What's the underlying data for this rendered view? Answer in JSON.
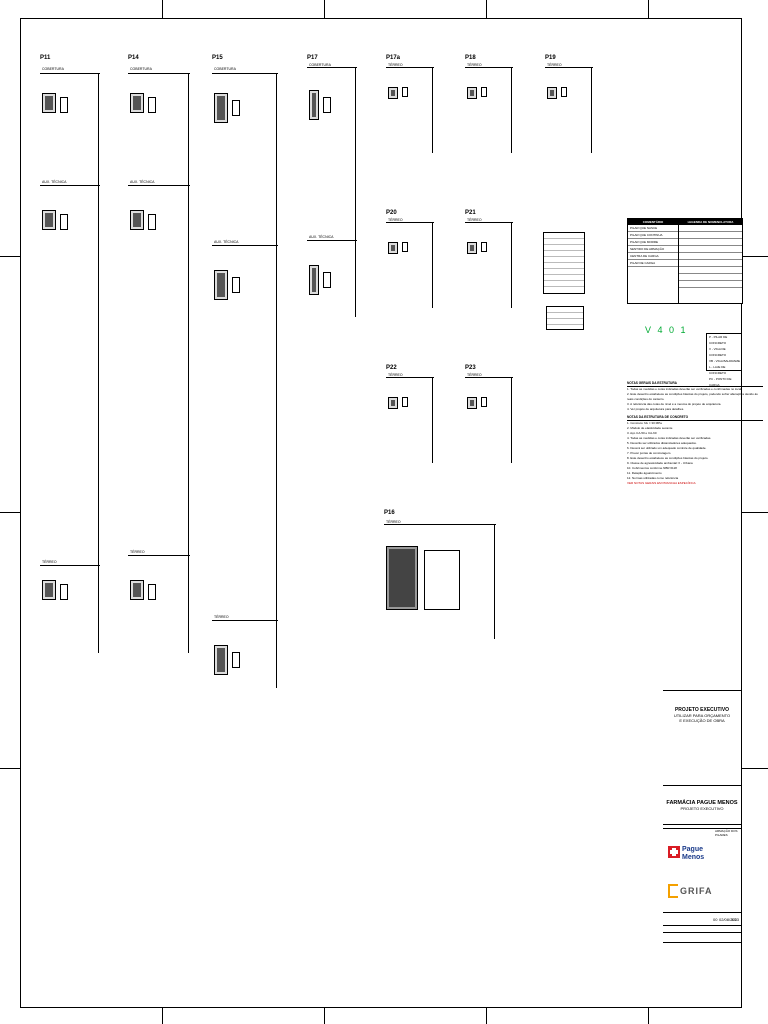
{
  "pillars": [
    {
      "id": "p11",
      "name": "P11",
      "top_level": "COBERTURA",
      "mid_level": "AUX. TÉCNICA",
      "low_level": "TÉRREO"
    },
    {
      "id": "p14",
      "name": "P14",
      "top_level": "COBERTURA",
      "mid_level": "AUX. TÉCNICA",
      "low_level": "TÉRREO"
    },
    {
      "id": "p15",
      "name": "P15",
      "top_level": "COBERTURA",
      "mid_level": "AUX. TÉCNICA",
      "low_level": "TÉRREO"
    },
    {
      "id": "p17",
      "name": "P17",
      "top_level": "COBERTURA",
      "mid_level": "AUX. TÉCNICA",
      "low_level": ""
    },
    {
      "id": "p17a",
      "name": "P17a",
      "top_level": "TÉRREO",
      "mid_level": "",
      "low_level": ""
    },
    {
      "id": "p18",
      "name": "P18",
      "top_level": "TÉRREO",
      "mid_level": "",
      "low_level": ""
    },
    {
      "id": "p19",
      "name": "P19",
      "top_level": "TÉRREO",
      "mid_level": "",
      "low_level": ""
    },
    {
      "id": "p20",
      "name": "P20",
      "top_level": "TÉRREO",
      "mid_level": "",
      "low_level": ""
    },
    {
      "id": "p21",
      "name": "P21",
      "top_level": "TÉRREO",
      "mid_level": "",
      "low_level": ""
    },
    {
      "id": "p22",
      "name": "P22",
      "top_level": "TÉRREO",
      "mid_level": "",
      "low_level": ""
    },
    {
      "id": "p23",
      "name": "P23",
      "top_level": "TÉRREO",
      "mid_level": "",
      "low_level": ""
    },
    {
      "id": "p16",
      "name": "P16",
      "top_level": "TÉRREO",
      "mid_level": "",
      "low_level": ""
    }
  ],
  "legend": {
    "left_title": "COMENTÁRIO",
    "right_title": "LEGENDA DE NOMENCLATURA",
    "items": [
      "PILAR QUE NASCE",
      "PILAR QUE CONTINUA",
      "PILAR QUE MORRE",
      "SENTIDO DE ARMAÇÃO",
      "CENTRA DE CARGA",
      "PILAR DE CARGA"
    ]
  },
  "nomenclature": {
    "code": "V 4 0 1",
    "items": [
      "P - PILAR DE CONCRETO",
      "V - VIGA DE CONCRETO",
      "VB - VIGA BALDRAME",
      "L - LAJE DE CONCRETO",
      "PC - PONTO DE CARGA"
    ]
  },
  "notes": {
    "title1": "NOTAS GERAIS DA ESTRUTURA",
    "lines1": [
      "1. Todas as medidas e cotas indicadas deverão ser verificadas e confirmadas no local.",
      "2. Este desenho estabelece as condições básicas do projeto, podendo sofrer alterações devido às reais condições do canteiro.",
      "3. A referência das cotas de nível é a mesma do projeto de arquitetura.",
      "4. Ver projeto de arquitetura para detalhes."
    ],
    "title2": "NOTAS DA ESTRUTURA DE CONCRETO",
    "lines2": [
      "1. Concreto: fck = 30 MPa",
      "2. Módulo de elasticidade secante",
      "3. Aço CA-50 e CA-60",
      "4. Todas as medidas e cotas indicadas deverão ser verificadas.",
      "5. Deverão ser utilizados distanciadores adequados.",
      "6. Deverá ser utilizado um adequado controle de qualidade.",
      "7. Prever juntas de concretagem.",
      "8. Este desenho estabelece as condições básicas do projeto.",
      "9. Classe de agressividade ambiental: II - Urbana",
      "10. Cobrimentos conforme NBR 6118",
      "11. Relação água/cimento",
      "12. Normas utilizadas como referência"
    ],
    "red_note": "VER NOTAS GERAIS EM PRANCHA ESPECÍFICA"
  },
  "title_block": {
    "stage": "PROJETO EXECUTIVO",
    "usage_line1": "UTILIZAR PARA ORÇAMENTO",
    "usage_line2": "E EXECUÇÃO DE OBRA",
    "client": "FARMÁCIA PAGUE MENOS",
    "project": "PROJETO EXECUTIVO",
    "sheet_title": "ARMAÇÃO DOS PILARES",
    "revision": "00",
    "date": "02/08/2023",
    "sheet_no": "3/3",
    "logo1_line1": "Pague",
    "logo1_line2": "Menos",
    "logo2": "GRIFA"
  }
}
